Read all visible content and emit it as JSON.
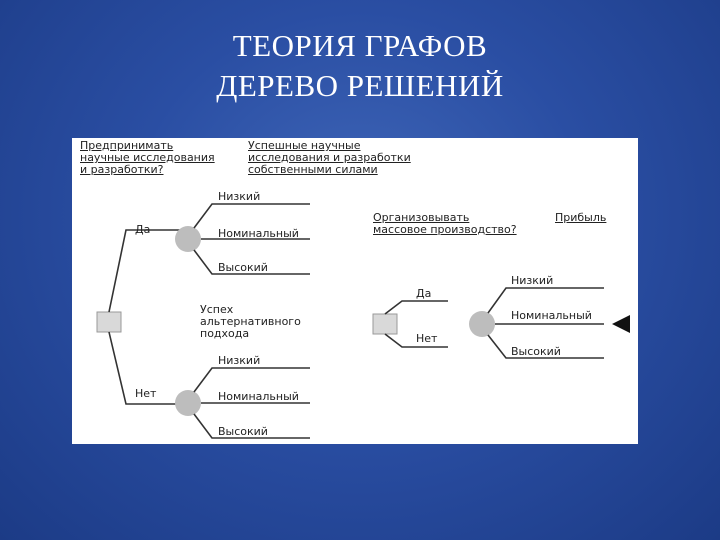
{
  "title": {
    "line1": "ТЕОРИЯ ГРАФОВ",
    "line2": "ДЕРЕВО РЕШЕНИЙ"
  },
  "diagram": {
    "headers": {
      "h1": [
        "Предпринимать",
        "научные исследования",
        "и разработки?"
      ],
      "h2": [
        "Успешные научные",
        "исследования и разработки",
        "собственными силами"
      ],
      "h3": [
        "Организовывать",
        "массовое производство?"
      ],
      "h4": "Прибыль"
    },
    "left_tree": {
      "yes": "Да",
      "no": "Нет",
      "top_outcomes": [
        "Низкий",
        "Номинальный",
        "Высокий"
      ],
      "bottom_outcomes": [
        "Низкий",
        "Номинальный",
        "Высокий"
      ],
      "alt_label": [
        "Успех",
        "альтернативного",
        "подхода"
      ]
    },
    "right_tree": {
      "yes": "Да",
      "no": "Нет",
      "outcomes": [
        "Низкий",
        "Номинальный",
        "Высокий"
      ]
    }
  }
}
